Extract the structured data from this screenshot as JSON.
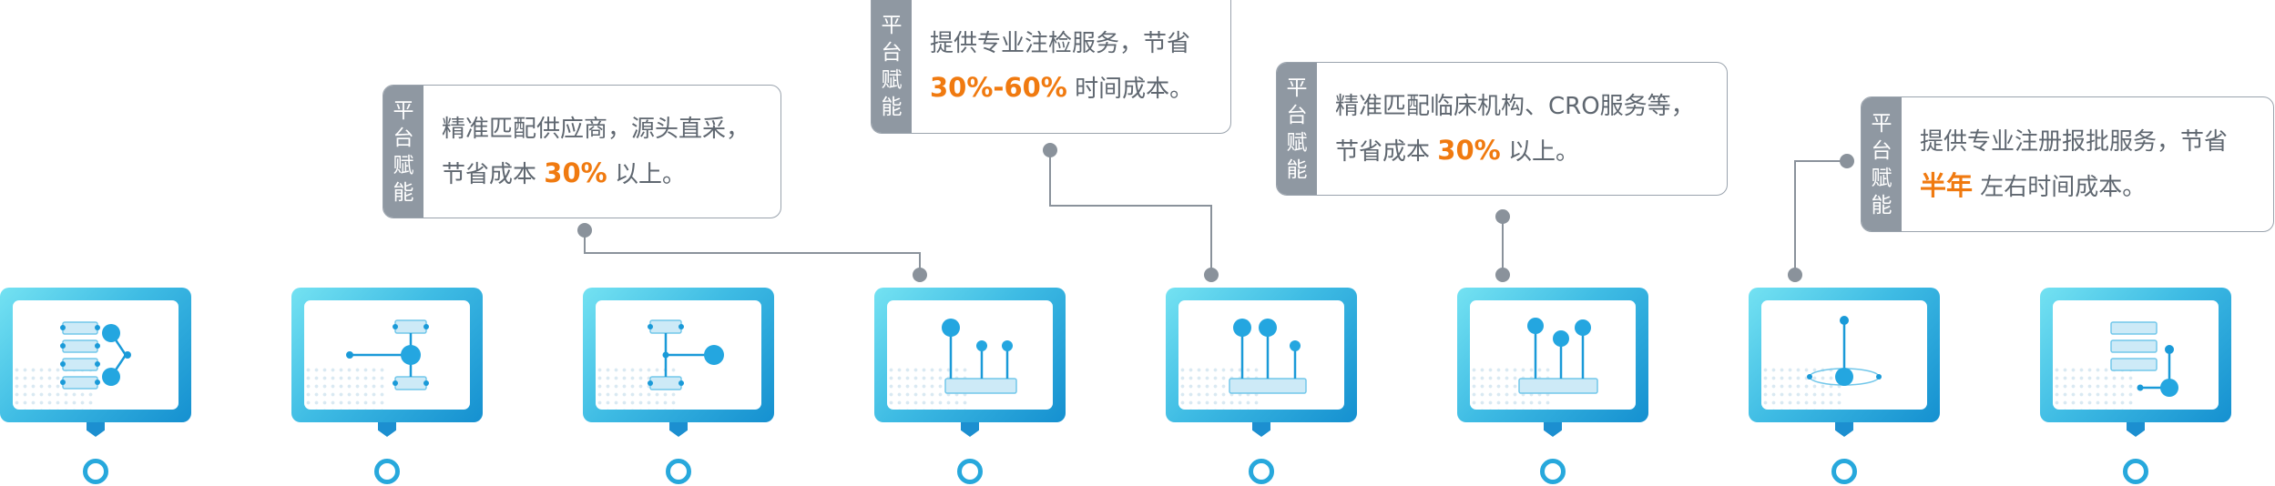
{
  "colors": {
    "accent": "#f07a10",
    "tag_bg": "#8f98a2",
    "text": "#5f6770",
    "monitor": "#2aa7de",
    "connector": "#8a929b"
  },
  "callouts": [
    {
      "tag": [
        "平",
        "台",
        "赋",
        "能"
      ],
      "line1": "精准匹配供应商，源头直采，",
      "line2_pre": "节省成本",
      "line2_hl": "30%",
      "line2_post": "以上。"
    },
    {
      "tag": [
        "平",
        "台",
        "赋",
        "能"
      ],
      "line1": "提供专业注检服务，节省",
      "line2_pre": "",
      "line2_hl": "30%-60%",
      "line2_post": "时间成本。"
    },
    {
      "tag": [
        "平",
        "台",
        "赋",
        "能"
      ],
      "line1": "精准匹配临床机构、CRO服务等，",
      "line2_pre": "节省成本",
      "line2_hl": "30%",
      "line2_post": "以上。"
    },
    {
      "tag": [
        "平",
        "台",
        "赋",
        "能"
      ],
      "line1": "提供专业注册报批服务，节省",
      "line2_pre": "",
      "line2_hl": "半年",
      "line2_post": "左右时间成本。"
    }
  ],
  "monitors": [
    {
      "icon": "stacked-nodes-merge-icon"
    },
    {
      "icon": "linked-node-icon"
    },
    {
      "icon": "branch-node-icon"
    },
    {
      "icon": "test-tubes-rack-icon"
    },
    {
      "icon": "balloon-rack-icon"
    },
    {
      "icon": "molecule-rack-icon"
    },
    {
      "icon": "orbit-molecule-icon"
    },
    {
      "icon": "database-node-icon"
    }
  ]
}
